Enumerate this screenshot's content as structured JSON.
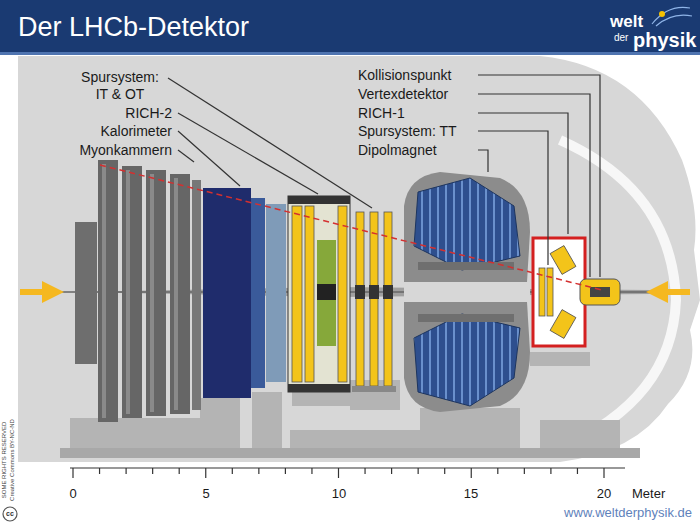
{
  "diagram": {
    "title": "Der LHCb-Detektor",
    "labels": [
      "Spursystem: IT & OT",
      "RICH-2",
      "Kalorimeter",
      "Myonkammern",
      "Kollisionspunkt",
      "Vertexdetektor",
      "RICH-1",
      "Spursystem: TT",
      "Dipolmagnet",
      "welt",
      "der",
      "physik",
      "0",
      "5",
      "10",
      "15",
      "20",
      "Meter",
      "www.weltderphysik.de",
      "cc",
      "SOME RIGHTS RESERVED",
      "Creative Commons BY-NC-ND"
    ]
  }
}
